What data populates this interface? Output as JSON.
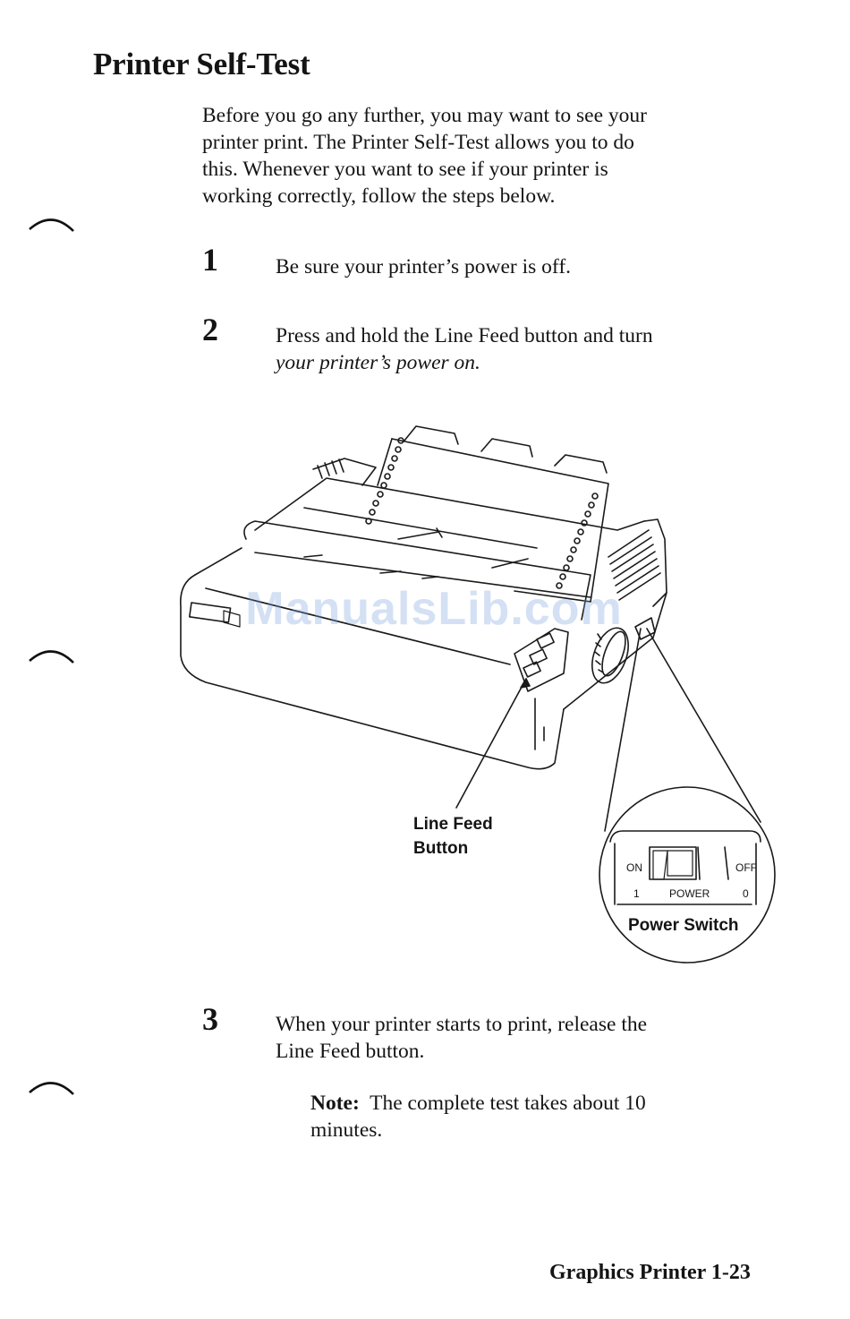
{
  "page": {
    "title": "Printer Self-Test",
    "intro_lines": [
      "Before you go any further, you may want to see your",
      "printer print.  The Printer Self-Test allows you to do",
      "this.  Whenever you want to see if your printer is",
      "working correctly, follow the steps below."
    ],
    "steps": [
      {
        "number": "1",
        "lines": [
          "Be sure your printer’s power is off."
        ]
      },
      {
        "number": "2",
        "lines": [
          "Press and hold the Line Feed button and turn",
          "your printer’s power on."
        ]
      },
      {
        "number": "3",
        "lines": [
          "When your printer starts to print, release the",
          "Line Feed button."
        ]
      }
    ],
    "note": {
      "label": "Note:",
      "lines": [
        "The complete test takes about 10",
        "minutes."
      ]
    },
    "figure": {
      "line_feed_label": [
        "Line Feed",
        "Button"
      ],
      "power_switch_label": "Power Switch",
      "switch_on": "ON",
      "switch_off": "OFF",
      "switch_one": "1",
      "switch_zero": "0",
      "switch_power": "POWER"
    },
    "watermark": "ManualsLib.com",
    "footer": "Graphics Printer  1-23"
  }
}
